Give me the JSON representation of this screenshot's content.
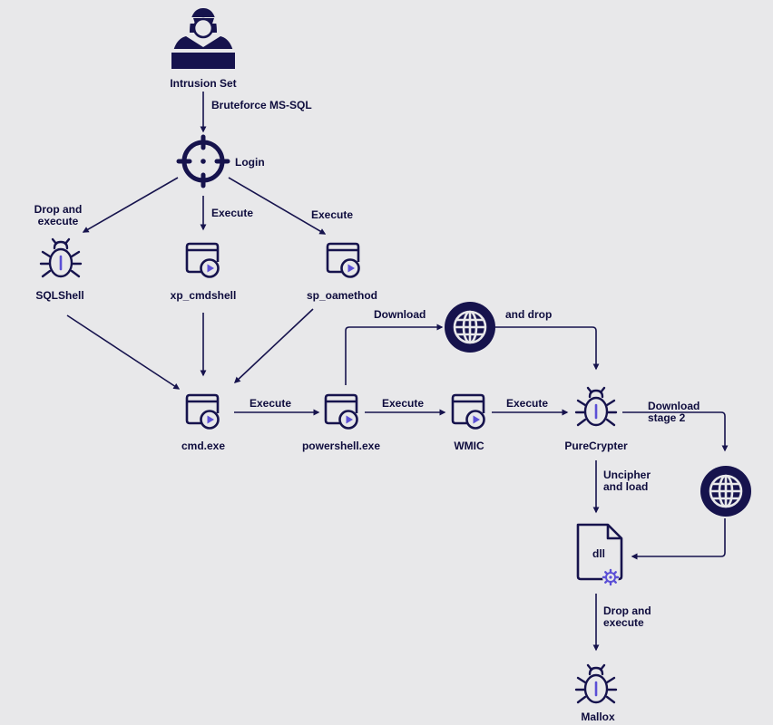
{
  "colors": {
    "navy": "#16134d",
    "accent": "#5b4fd6",
    "background": "#e8e8ea"
  },
  "nodes": {
    "intrusion_set": {
      "label": "Intrusion Set",
      "icon": "hacker-icon"
    },
    "login": {
      "label": "Login",
      "icon": "crosshair-icon"
    },
    "sqlshell": {
      "label": "SQLShell",
      "icon": "bug-icon"
    },
    "xp_cmdshell": {
      "label": "xp_cmdshell",
      "icon": "exec-window-icon"
    },
    "sp_oamethod": {
      "label": "sp_oamethod",
      "icon": "exec-window-icon"
    },
    "cmd": {
      "label": "cmd.exe",
      "icon": "exec-window-icon"
    },
    "powershell": {
      "label": "powershell.exe",
      "icon": "exec-window-icon"
    },
    "wmic": {
      "label": "WMIC",
      "icon": "exec-window-icon"
    },
    "globe1": {
      "icon": "globe-icon"
    },
    "purecrypter": {
      "label": "PureCrypter",
      "icon": "bug-icon"
    },
    "globe2": {
      "icon": "globe-icon"
    },
    "dll": {
      "label": "dll",
      "icon": "dll-file-icon"
    },
    "mallox": {
      "label": "Mallox",
      "icon": "bug-icon"
    }
  },
  "edges": {
    "bruteforce": "Bruteforce MS-SQL",
    "drop_execute_1": "Drop and\nexecute",
    "execute_xp": "Execute",
    "execute_sp": "Execute",
    "execute_cmd_ps": "Execute",
    "execute_ps_wmic": "Execute",
    "execute_wmic_pc": "Execute",
    "download": "Download",
    "and_drop": "and drop",
    "download_stage2": "Download\nstage 2",
    "uncipher": "Uncipher\nand load",
    "drop_execute_2": "Drop and\nexecute"
  }
}
